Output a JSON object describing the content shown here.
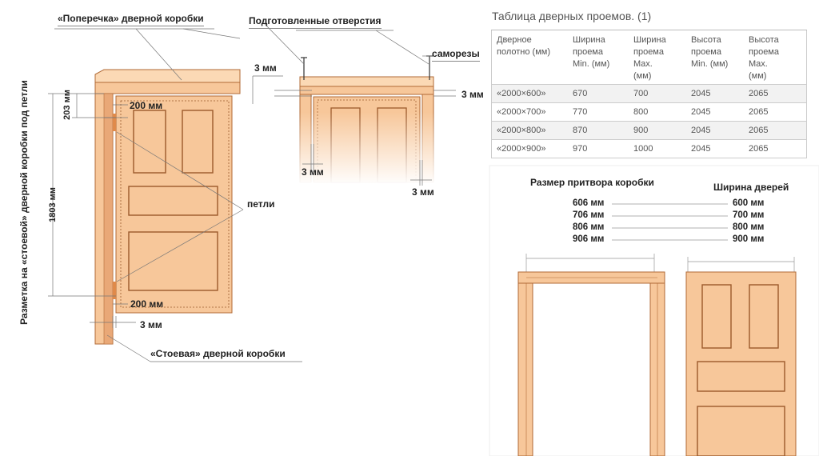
{
  "left_figure": {
    "crossbar_label": "«Поперечка» дверной коробки",
    "side_marking_label": "Разметка на «стоевой» дверной коробки под петли",
    "dim_203": "203 мм",
    "dim_1803": "1803 мм",
    "dim_200_top": "200 мм",
    "dim_200_bottom": "200 мм",
    "hinges_label": "петли",
    "dim_3_bottom": "3 мм",
    "post_label": "«Стоевая» дверной коробки"
  },
  "middle_figure": {
    "holes_label": "Подготовленные отверстия",
    "screws_label": "саморезы",
    "dim_3_top_left": "3 мм",
    "dim_3_right": "3 мм",
    "dim_3_bottom_left": "3 мм",
    "dim_3_bottom_right": "3 мм"
  },
  "table": {
    "title": "Таблица дверных проемов. (1)",
    "headers": [
      [
        "Дверное",
        "полотно (мм)"
      ],
      [
        "Ширина",
        "проема",
        "Min. (мм)"
      ],
      [
        "Ширина",
        "проема",
        "Max.",
        "(мм)"
      ],
      [
        "Высота",
        "проема",
        "Min. (мм)"
      ],
      [
        "Высота",
        "проема",
        "Max.",
        "(мм)"
      ]
    ],
    "rows": [
      [
        "«2000×600»",
        "670",
        "700",
        "2045",
        "2065"
      ],
      [
        "«2000×700»",
        "770",
        "800",
        "2045",
        "2065"
      ],
      [
        "«2000×800»",
        "870",
        "900",
        "2045",
        "2065"
      ],
      [
        "«2000×900»",
        "970",
        "1000",
        "2045",
        "2065"
      ]
    ]
  },
  "bottom_right": {
    "rebate_title": "Размер притвора коробки",
    "width_title": "Ширина дверей",
    "frame_sizes": [
      "606 мм",
      "706 мм",
      "806 мм",
      "906 мм"
    ],
    "door_sizes": [
      "600 мм",
      "700 мм",
      "800 мм",
      "900 мм"
    ]
  },
  "colors": {
    "wood": "#f7c79a",
    "wood_dark": "#d8915a",
    "panel_stroke": "#b06a36"
  }
}
